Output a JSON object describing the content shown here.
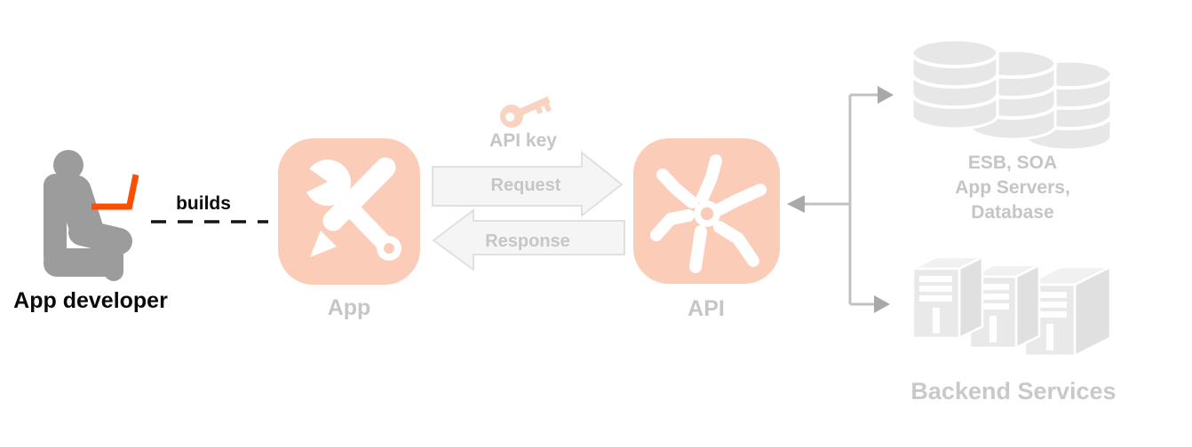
{
  "labels": {
    "developer": "App developer",
    "builds": "builds",
    "app": "App",
    "api": "API",
    "api_key": "API key",
    "request": "Request",
    "response": "Response",
    "esb_line1": "ESB, SOA",
    "esb_line2": "App Servers,",
    "esb_line3": "Database",
    "backend": "Backend Services"
  },
  "icons": {
    "developer": "person-at-laptop-icon",
    "app": "wrench-and-pencil-icon",
    "api": "spoke-wheel-icon",
    "api_key": "key-icon",
    "esb": "database-stack-icon",
    "backend": "server-boxes-icon"
  },
  "colors": {
    "accent_orange": "#FF4E00",
    "icon_salmon": "#FBCDB9",
    "key_salmon": "#F9D2C2",
    "label_gray": "#C6C6C6",
    "text_black": "#0A0A0A",
    "silhouette_gray": "#9C9C9C",
    "connector_gray": "#C1C1C1",
    "arrowhead_gray": "#A9A9A9",
    "backend_fill_gray": "#E8E8E8",
    "arrow_fill": "#F5F5F5",
    "arrow_stroke": "#E0E0E0"
  }
}
